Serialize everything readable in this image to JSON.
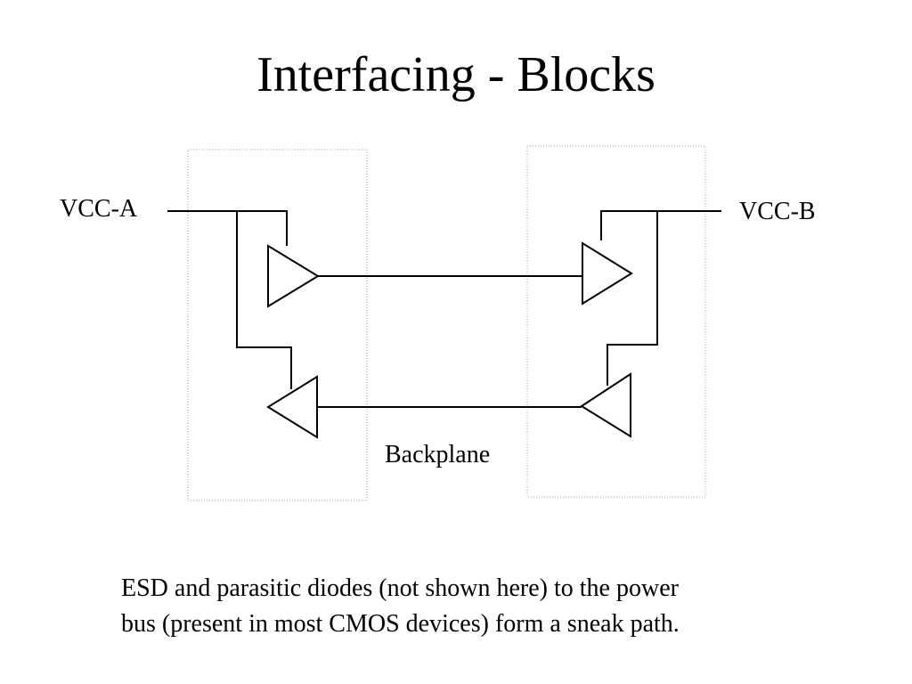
{
  "slide": {
    "title": "Interfacing - Blocks"
  },
  "diagram": {
    "labels": {
      "vcc_a": "VCC-A",
      "vcc_b": "VCC-B",
      "backplane": "Backplane"
    },
    "colors": {
      "line": "#000000",
      "block_border": "#a0a0a0"
    }
  },
  "caption": {
    "line1": "ESD and parasitic diodes (not shown here) to the power",
    "line2": "bus (present in most CMOS devices) form a sneak path."
  }
}
